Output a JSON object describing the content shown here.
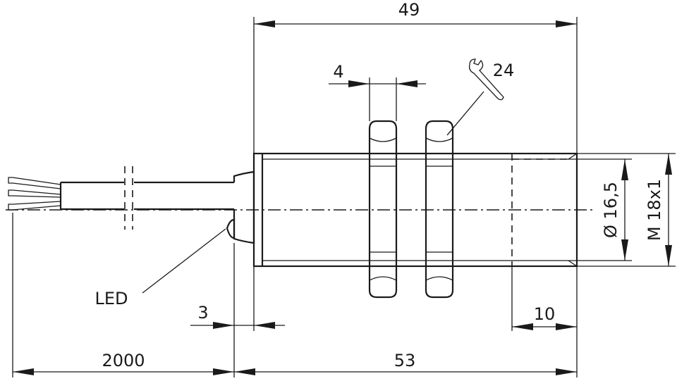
{
  "dimensions": {
    "total_housing_length": "49",
    "nut_width": "4",
    "wrench_size": "24",
    "led_step": "3",
    "cable_length": "2000",
    "sensor_length": "53",
    "active_zone": "10",
    "inner_diameter": "Ø 16,5",
    "thread": "M 18x1"
  },
  "labels": {
    "led": "LED"
  },
  "colors": {
    "ink": "#1a1a1a",
    "background": "#ffffff"
  },
  "icons": [
    "wrench-icon"
  ]
}
